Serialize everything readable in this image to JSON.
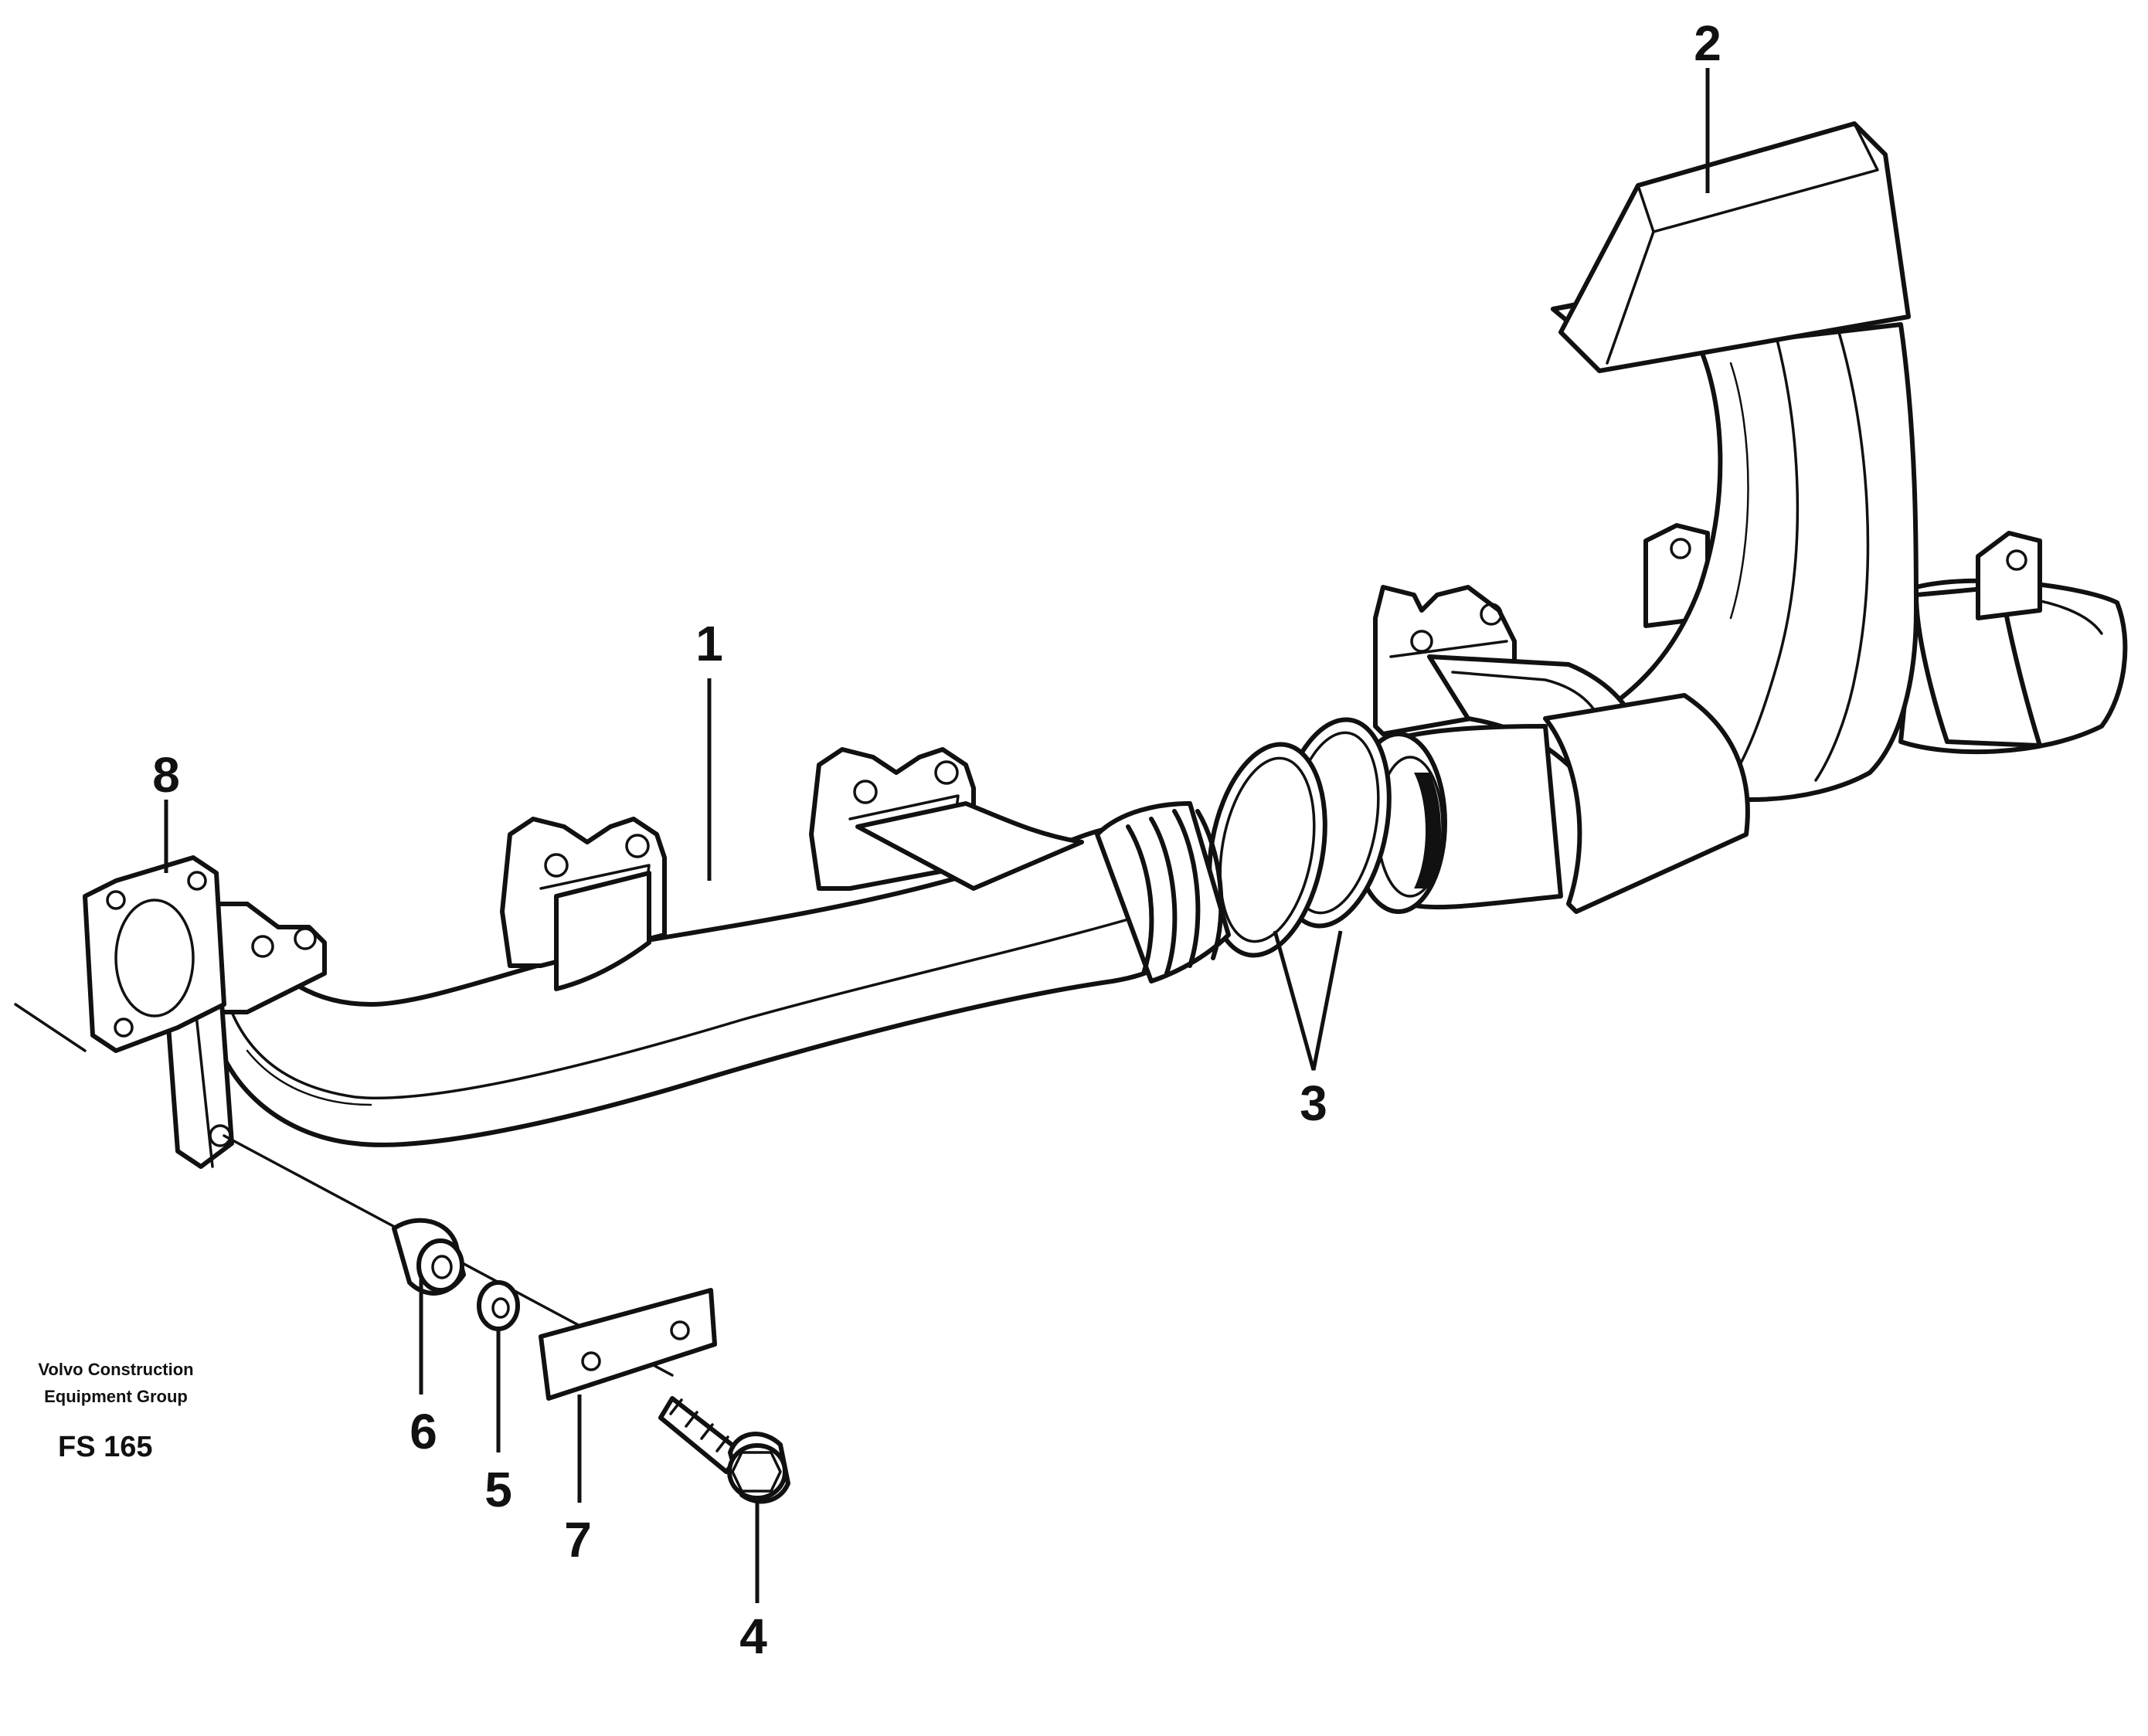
{
  "callouts": [
    {
      "id": "1",
      "label": "1",
      "part": "exhaust-manifold-front"
    },
    {
      "id": "2",
      "label": "2",
      "part": "exhaust-manifold-rear"
    },
    {
      "id": "3",
      "label": "3",
      "part": "sealing-rings"
    },
    {
      "id": "4",
      "label": "4",
      "part": "screw"
    },
    {
      "id": "5",
      "label": "5",
      "part": "washer"
    },
    {
      "id": "6",
      "label": "6",
      "part": "spacer-sleeve"
    },
    {
      "id": "7",
      "label": "7",
      "part": "lock-plate"
    },
    {
      "id": "8",
      "label": "8",
      "part": "gasket"
    }
  ],
  "credit": {
    "line1": "Volvo Construction",
    "line2": "Equipment Group"
  },
  "figure_code": "FS 165",
  "colors": {
    "ink": "#111111",
    "paper": "#ffffff"
  }
}
